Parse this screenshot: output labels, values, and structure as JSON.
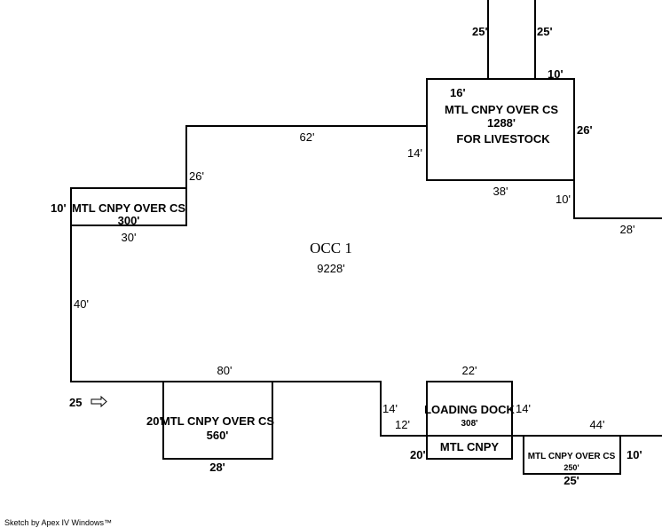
{
  "main_area": {
    "label": "OCC 1",
    "area": "9228'"
  },
  "dims": {
    "main_top": "62'",
    "main_left_upper": "26'",
    "main_left": "40'",
    "main_bottom": "80'",
    "step_down": "14'",
    "step_run": "12'",
    "main_right_bottom": "44'",
    "livestock_left": "14'",
    "livestock_bottom": "38'",
    "right_step": "10'",
    "right_run": "28'",
    "corridor_left": "25'",
    "corridor_right": "25'"
  },
  "areas": [
    {
      "id": "canopy-left",
      "label": "MTL CNPY OVER CS",
      "area": "300'",
      "side": "10'",
      "bottom": "30'"
    },
    {
      "id": "canopy-livestock",
      "label": "MTL CNPY OVER CS",
      "area": "1288'",
      "note": "FOR LIVESTOCK",
      "top_left": "16'",
      "top_right": "10'",
      "right": "26'"
    },
    {
      "id": "canopy-bottom",
      "label": "MTL CNPY OVER CS",
      "area": "560'",
      "side": "20'",
      "bottom": "28'"
    },
    {
      "id": "loading-dock",
      "label": "LOADING DOCK",
      "area": "308'",
      "top": "22'",
      "right": "14'"
    },
    {
      "id": "mtl-cnpy",
      "label": "MTL CNPY",
      "side": "20'"
    },
    {
      "id": "canopy-small",
      "label": "MTL CNPY OVER CS",
      "area": "250'",
      "side": "10'",
      "bottom": "25'"
    }
  ],
  "entry": {
    "label": "25",
    "icon": "right-arrow-icon"
  },
  "footer": "Sketch by Apex IV Windows™"
}
